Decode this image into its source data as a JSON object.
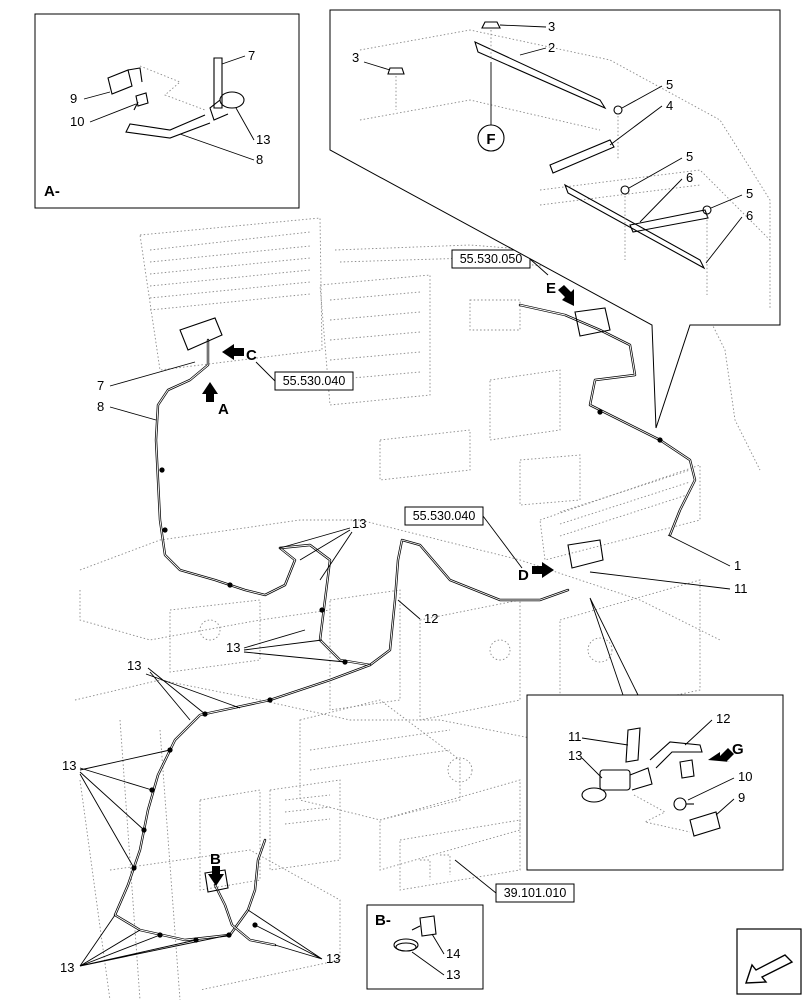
{
  "inset_a": {
    "title": "A-",
    "callouts": {
      "c7": "7",
      "c8": "8",
      "c9": "9",
      "c10": "10",
      "c13": "13"
    }
  },
  "inset_f": {
    "circle_label": "F",
    "callouts": {
      "c3a": "3",
      "c3b": "3",
      "c2": "2",
      "c5a": "5",
      "c4": "4",
      "c5b": "5",
      "c6a": "6",
      "c5c": "5",
      "c6b": "6"
    }
  },
  "inset_g": {
    "arrow_label": "G",
    "callouts": {
      "c11": "11",
      "c12": "12",
      "c13": "13",
      "c10": "10",
      "c9": "9"
    }
  },
  "inset_b": {
    "title": "B-",
    "callouts": {
      "c14": "14",
      "c13": "13"
    }
  },
  "view_arrows": {
    "a": "A",
    "b": "B",
    "c": "C",
    "d": "D",
    "e": "E"
  },
  "references": {
    "ref_e": "55.530.050",
    "ref_c": "55.530.040",
    "ref_d": "55.530.040",
    "ref_bottom": "39.101.010"
  },
  "callouts": {
    "c7": "7",
    "c8": "8",
    "c1": "1",
    "c11": "11",
    "c12": "12",
    "c13_upper": "13",
    "c13_mid": "13",
    "c13_left1": "13",
    "c13_left2": "13",
    "c13_bottom_left": "13",
    "c13_bottom_right": "13"
  },
  "nav": {
    "icon": "next-page-arrow-icon"
  }
}
